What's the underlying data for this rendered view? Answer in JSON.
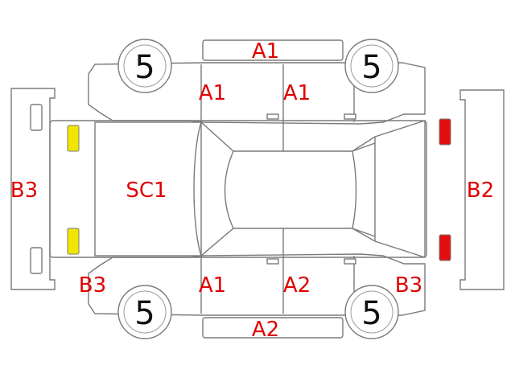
{
  "labels": {
    "roof_strip_top": "A1",
    "front_left_door": "A1",
    "rear_left_door": "A1",
    "hood": "SC1",
    "front_bumper": "B3",
    "rear_bumper": "B2",
    "front_right_fender": "B3",
    "front_right_door": "A1",
    "rear_right_door": "A2",
    "rear_right_fender": "B3",
    "roof_strip_bottom": "A2"
  },
  "tires": {
    "front_left": "5",
    "rear_left": "5",
    "front_right": "5",
    "rear_right": "5"
  },
  "colors": {
    "label": "#e00000",
    "front_lamp": "#f2e600",
    "rear_lamp": "#e01010",
    "outline": "#7a7a7a"
  }
}
